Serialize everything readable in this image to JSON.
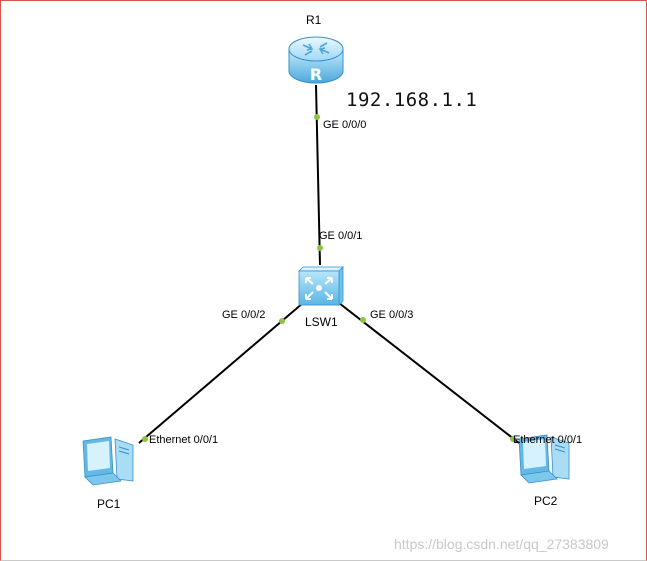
{
  "nodes": {
    "r1": {
      "label": "R1",
      "type": "router-icon"
    },
    "lsw1": {
      "label": "LSW1",
      "type": "switch-icon"
    },
    "pc1": {
      "label": "PC1",
      "type": "pc-icon"
    },
    "pc2": {
      "label": "PC2",
      "type": "pc-icon"
    }
  },
  "ports": {
    "r1_ge000": "GE 0/0/0",
    "lsw1_ge001": "GE 0/0/1",
    "lsw1_ge002": "GE 0/0/2",
    "lsw1_ge003": "GE 0/0/3",
    "pc1_eth": "Ethernet 0/0/1",
    "pc2_eth": "Ethernet 0/0/1"
  },
  "annotation": {
    "ip": "192.168.1.1"
  },
  "watermark": "https://blog.csdn.net/qq_27383809",
  "colors": {
    "link": "#000000",
    "port_dot": "#8cc63f",
    "device_light": "#c8ecfc",
    "device_dark": "#4aa8dc",
    "frame": "#d9534f"
  }
}
